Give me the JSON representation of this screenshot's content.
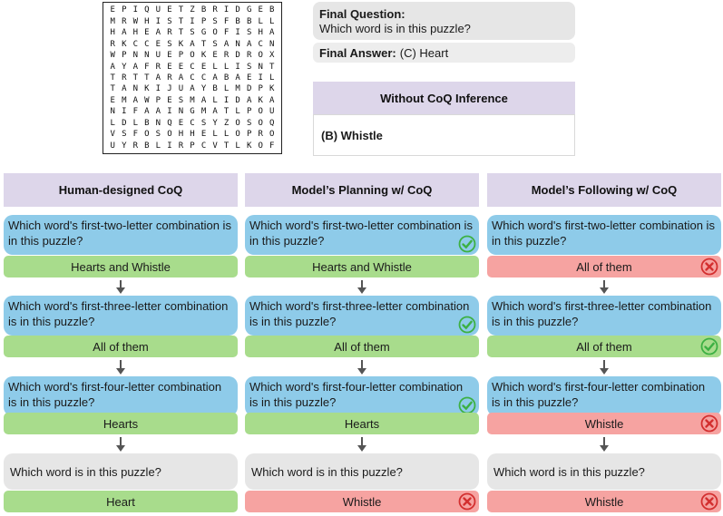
{
  "puzzle": {
    "rows": [
      "EPIQUETZBRIDGEB",
      "MRWHISTIPSFBBLL",
      "HAHEARTSGOFISHA",
      "RKCCESKATSANACN",
      "WPNNUEPOKERDROX",
      "AYAFREECELLISNT",
      "TRTTARACCABAEIL",
      "TANKIJUAYBLMDPK",
      "EMAWPESMALIDAKA",
      "NIFAAINGMATLPOU",
      "LDLBNQECSYZOSOQ",
      "VSFOSOHHELLOPRO",
      "UYRBLIRPCVTLKOF"
    ]
  },
  "final_question": {
    "label": "Final Question:",
    "text": "Which word is in this puzzle?"
  },
  "final_answer": {
    "label": "Final Answer:",
    "text": "(C) Heart"
  },
  "without_coq": {
    "title": "Without CoQ Inference",
    "answer": "(B) Whistle"
  },
  "columns": [
    {
      "header": "Human-designed CoQ",
      "steps": [
        {
          "question": "Which word's first-two-letter combination is in this puzzle?",
          "q_icon": null,
          "answer": "Hearts and Whistle",
          "status": "correct",
          "a_icon": null
        },
        {
          "question": "Which word's first-three-letter combination is in this puzzle?",
          "q_icon": null,
          "answer": "All of them",
          "status": "correct",
          "a_icon": null
        },
        {
          "question": "Which word's first-four-letter combination is in this puzzle?",
          "q_icon": null,
          "answer": "Hearts",
          "status": "correct",
          "a_icon": null
        },
        {
          "question": "Which word is in this puzzle?",
          "q_icon": null,
          "answer": "Heart",
          "status": "correct",
          "a_icon": null
        }
      ]
    },
    {
      "header": "Model’s Planning w/ CoQ",
      "steps": [
        {
          "question": "Which word's first-two-letter combination is in this puzzle?",
          "q_icon": "check",
          "answer": "Hearts and Whistle",
          "status": "correct",
          "a_icon": null
        },
        {
          "question": "Which word's first-three-letter combination is in this puzzle?",
          "q_icon": "check",
          "answer": "All of them",
          "status": "correct",
          "a_icon": null
        },
        {
          "question": "Which word's first-four-letter combination is in this puzzle?",
          "q_icon": "check",
          "answer": "Hearts",
          "status": "correct",
          "a_icon": null
        },
        {
          "question": "Which word is in this puzzle?",
          "q_icon": null,
          "answer": "Whistle",
          "status": "wrong",
          "a_icon": "cross"
        }
      ]
    },
    {
      "header": "Model’s Following w/ CoQ",
      "steps": [
        {
          "question": "Which word's first-two-letter combination is in this puzzle?",
          "q_icon": null,
          "answer": "All of them",
          "status": "wrong",
          "a_icon": "cross"
        },
        {
          "question": "Which word's first-three-letter combination is in this puzzle?",
          "q_icon": null,
          "answer": "All of them",
          "status": "correct",
          "a_icon": "check"
        },
        {
          "question": "Which word's first-four-letter combination is in this puzzle?",
          "q_icon": null,
          "answer": "Whistle",
          "status": "wrong",
          "a_icon": "cross"
        },
        {
          "question": "Which word is in this puzzle?",
          "q_icon": null,
          "answer": "Whistle",
          "status": "wrong",
          "a_icon": "cross"
        }
      ]
    }
  ],
  "colors": {
    "question_blue": "#8ecbe9",
    "question_gray": "#e6e6e6",
    "answer_green": "#a8dc8c",
    "answer_red": "#f6a3a1",
    "header_purple": "#ddd6ea",
    "check_green": "#3cb043",
    "cross_red": "#d32f2f"
  }
}
